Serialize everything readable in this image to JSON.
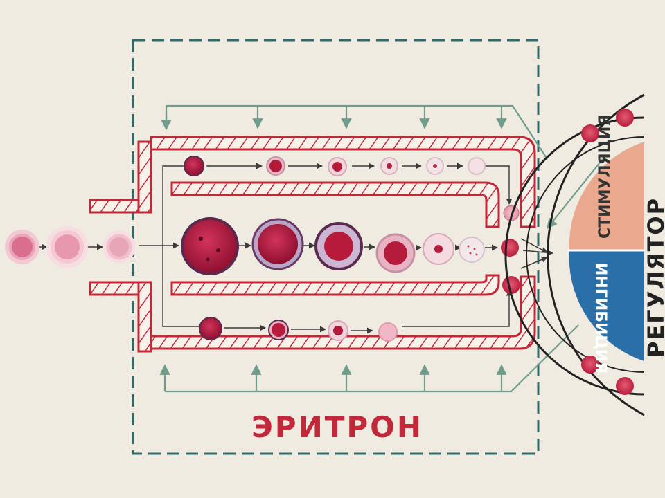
{
  "title": "ЭРИТРОН",
  "regulator": {
    "label": "РЕГУЛЯТОР",
    "stimulation_label": "СТИМУЛЯЦИЯ",
    "inhibition_label": "ИНГИБИЦИЯ"
  },
  "colors": {
    "background": "#efebe0",
    "tube_red": "#c2283a",
    "frame_teal": "#2d6b6b",
    "arrow_green": "#6f9c8c",
    "stimulation_fill": "#eaa98f",
    "inhibition_fill": "#2b6fa8",
    "cell_dark": "#a8173b",
    "cell_pink": "#e9a4b2",
    "outline_purple": "#5a2a4e"
  }
}
